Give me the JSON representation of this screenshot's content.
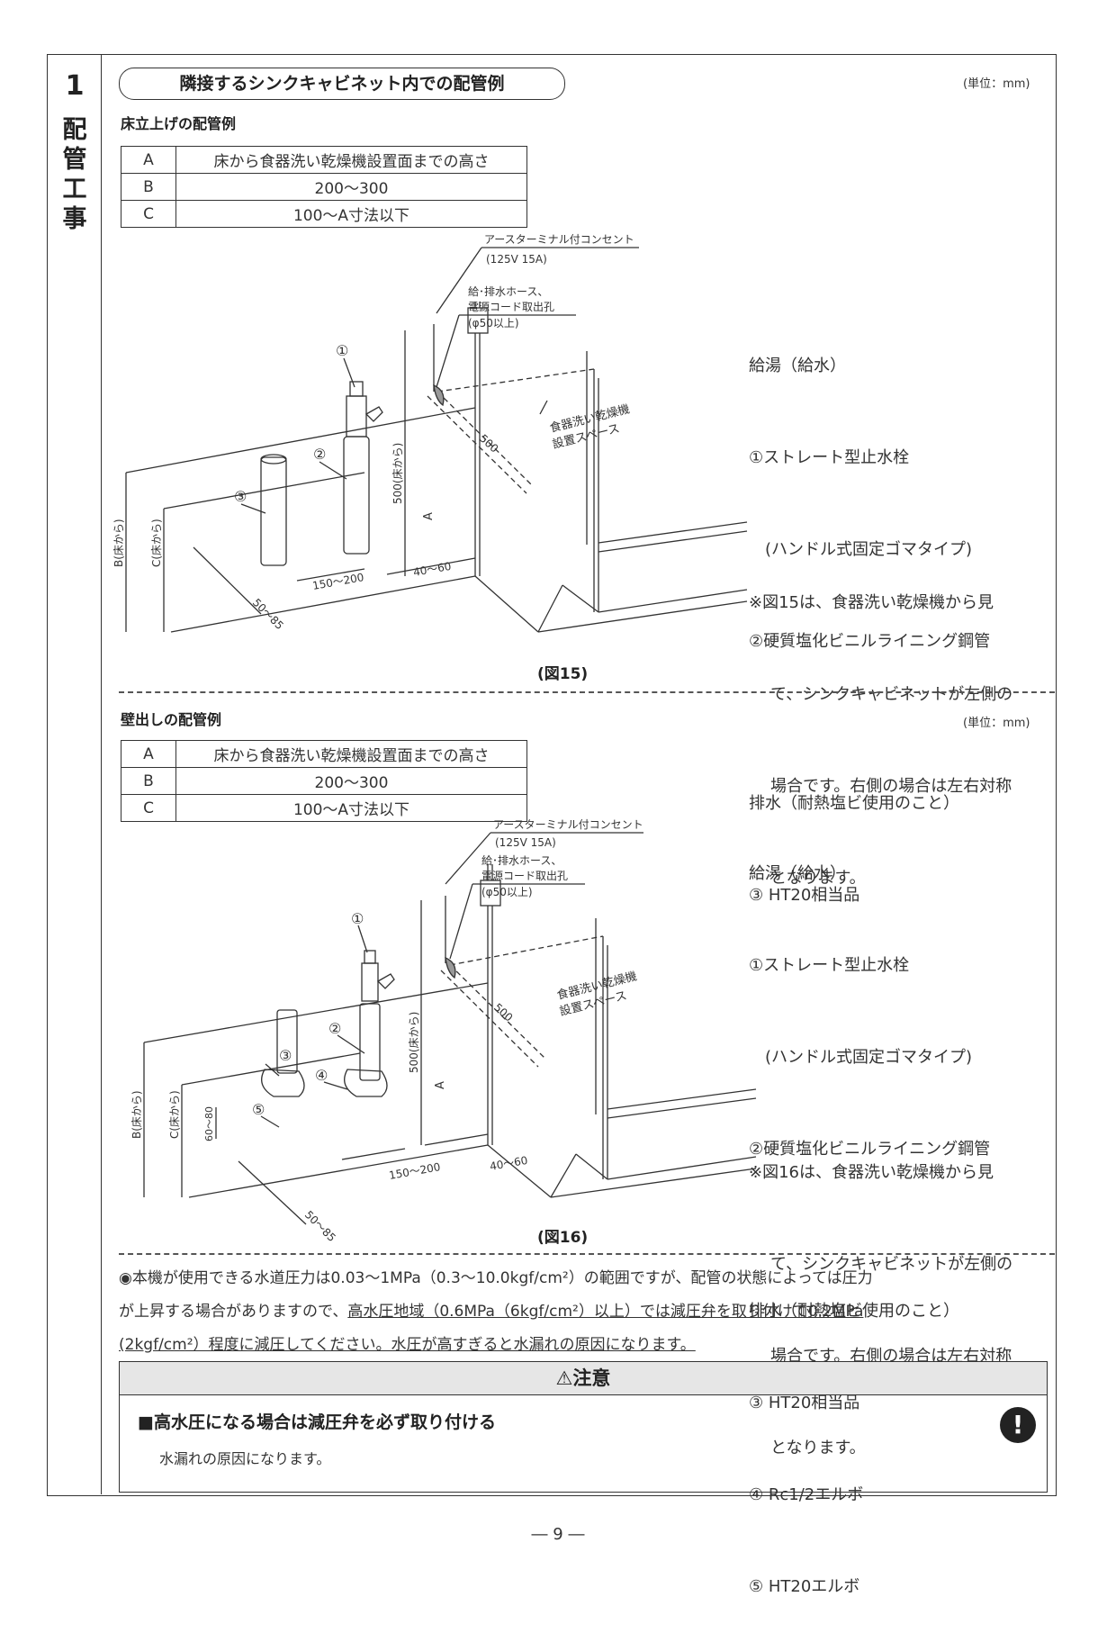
{
  "chapter": {
    "number": "1",
    "title": "配管工事"
  },
  "section_title": "隣接するシンクキャビネット内での配管例",
  "unit": "(単位：mm)",
  "floor": {
    "subhead": "床立上げの配管例",
    "table": [
      {
        "k": "A",
        "v": "床から食器洗い乾燥機設置面までの高さ"
      },
      {
        "k": "B",
        "v": "200〜300"
      },
      {
        "k": "C",
        "v": "100〜A寸法以下"
      }
    ],
    "labels": {
      "outlet": "アースターミナル付コンセント",
      "outlet_spec": "(125V 15A)",
      "hole1": "給･排水ホース、",
      "hole2": "電源コード取出孔",
      "hole3": "(φ50以上)",
      "space1": "食器洗い乾燥機",
      "space2": "設置スペース",
      "h500": "500(床から)",
      "a": "A",
      "d500": "500",
      "b": "B(床から)",
      "c": "C(床から)",
      "d50_85": "50〜85",
      "d150_200": "150〜200",
      "d40_60": "40〜60",
      "n1": "①",
      "n2": "②",
      "n3": "③"
    },
    "legend": [
      "給湯（給水）",
      "①ストレート型止水栓",
      "　(ハンドル式固定ゴマタイプ)",
      "②硬質塩化ビニルライニング鋼管",
      "",
      "排水（耐熱塩ビ使用のこと）",
      "③ HT20相当品"
    ],
    "note": [
      "※図15は、食器洗い乾燥機から見",
      "て、シンクキャビネットが左側の",
      "場合です。右側の場合は左右対称",
      "となります。"
    ],
    "caption": "(図15)"
  },
  "wall": {
    "subhead": "壁出しの配管例",
    "table": [
      {
        "k": "A",
        "v": "床から食器洗い乾燥機設置面までの高さ"
      },
      {
        "k": "B",
        "v": "200〜300"
      },
      {
        "k": "C",
        "v": "100〜A寸法以下"
      }
    ],
    "labels": {
      "outlet": "アースターミナル付コンセント",
      "outlet_spec": "(125V 15A)",
      "hole1": "給･排水ホース、",
      "hole2": "電源コード取出孔",
      "hole3": "(φ50以上)",
      "space1": "食器洗い乾燥機",
      "space2": "設置スペース",
      "h500": "500(床から)",
      "a": "A",
      "d500": "500",
      "b": "B(床から)",
      "c": "C(床から)",
      "d60_80": "60〜80",
      "d50_85": "50〜85",
      "d150_200": "150〜200",
      "d40_60": "40〜60",
      "n1": "①",
      "n2": "②",
      "n3": "③",
      "n4": "④",
      "n5": "⑤"
    },
    "legend": [
      "給湯（給水）",
      "①ストレート型止水栓",
      "　(ハンドル式固定ゴマタイプ)",
      "②硬質塩化ビニルライニング鋼管",
      "",
      "排水（耐熱塩ビ使用のこと）",
      "③ HT20相当品",
      "④ Rc1/2エルボ",
      "⑤ HT20エルボ"
    ],
    "note": [
      "※図16は、食器洗い乾燥機から見",
      "て、シンクキャビネットが左側の",
      "場合です。右側の場合は左右対称",
      "となります。"
    ],
    "caption": "(図16)"
  },
  "notice": {
    "p1": "◉本機が使用できる水道圧力は0.03〜1MPa（0.3〜10.0kgf/cm²）の範囲ですが、配管の状態によっては圧力",
    "p2a": "が上昇する場合がありますので、",
    "p2b": "高水圧地域（0.6MPa（6kgf/cm²）以上）では減圧弁を取り付けて0.2MPa",
    "p3": "(2kgf/cm²）程度に減圧してください。水圧が高すぎると水漏れの原因になります。"
  },
  "caution": {
    "head": "⚠注意",
    "title": "■高水圧になる場合は減圧弁を必ず取り付ける",
    "text": "水漏れの原因になります。",
    "icon": "!"
  },
  "page_number": "― 9 ―"
}
